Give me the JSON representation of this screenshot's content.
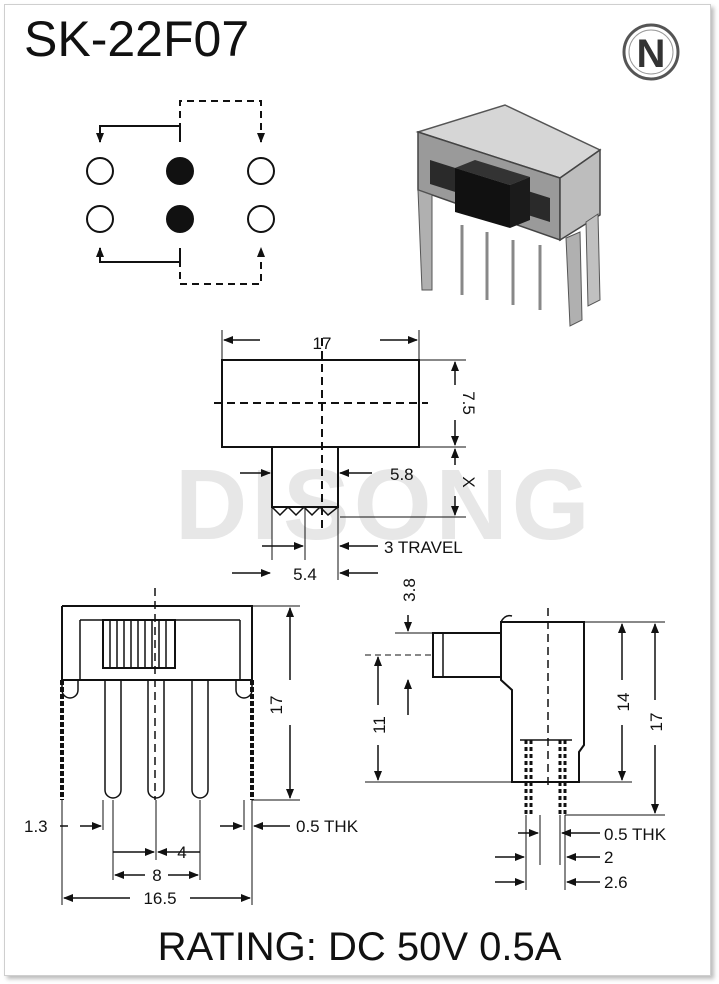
{
  "title": "SK-22F07",
  "rating": "RATING: DC 50V 0.5A",
  "watermark": "DISONG",
  "logo_letter": "N",
  "dims": {
    "top_width": "17",
    "height_7_5": "7.5",
    "x_label": "X",
    "actuator_5_8": "5.8",
    "travel": "3 TRAVEL",
    "actuator_5_4": "5.4",
    "front_height": "17",
    "pin_1_3": "1.3",
    "pitch_4": "4",
    "thk_front": "0.5 THK",
    "span_8": "8",
    "width_16_5": "16.5",
    "side_3_8": "3.8",
    "side_11": "11",
    "side_14": "14",
    "side_17": "17",
    "thk_side": "0.5 THK",
    "side_2": "2",
    "side_2_6": "2.6"
  }
}
